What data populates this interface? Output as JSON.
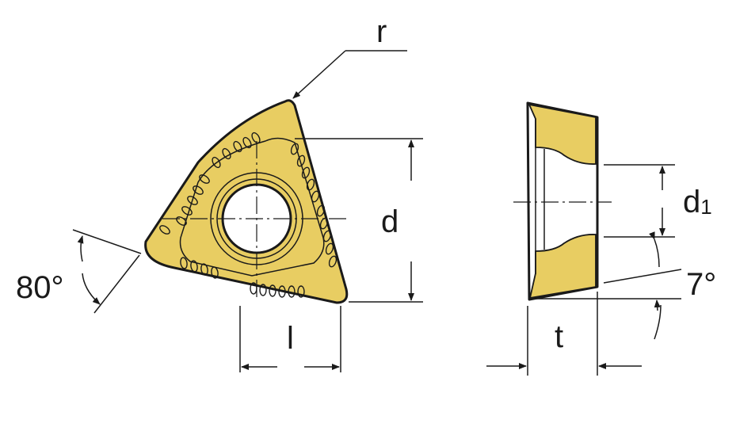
{
  "labels": {
    "r": "r",
    "d": "d",
    "l": "l",
    "angle_80": "80°",
    "d1_main": "d",
    "d1_sub": "1",
    "angle_7": "7°",
    "t": "t"
  },
  "colors": {
    "insert_fill": "#E8CD62",
    "outline": "#1a1a1a",
    "background": "#ffffff"
  }
}
